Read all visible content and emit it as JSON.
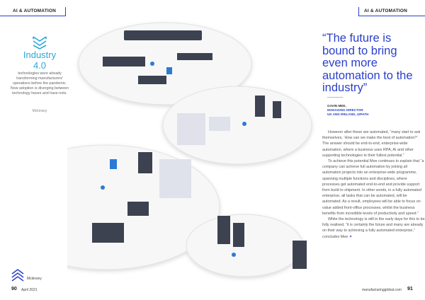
{
  "header": {
    "left_section": "AI & AUTOMATION",
    "right_section": "AI & AUTOMATION"
  },
  "sidebar": {
    "icon": "chevron-stack-icon",
    "title_line1": "Industry",
    "title_line2": "4.0",
    "text": "technologies were already transforming manufacturers' operations before the pandemic. Now adoption is diverging between technology haves and have-nots.",
    "source": "Mckinsey"
  },
  "pull_quote": {
    "text": "“The future is bound to bring even more automation to the industry”",
    "author_name": "GAVIN MEE,",
    "author_role": "MANAGING DIRECTOR",
    "author_org": "UK AND IRELAND, UIPATH"
  },
  "body": {
    "paragraphs": [
      "However after these are automated, “many start to ask themselves, ‘How can we make the best of automation?’ The answer should be end-to-end, enterprise-wide automation, where a business uses RPA, AI and other supporting technologies to their fullest potential.”",
      "To achieve this potential Mee continues to explain that “a company can achieve full automation by joining all automation projects into an enterprise-wide programme, spanning multiple functions and disciplines, where processes get automated end-to-end and provide support from build to shipment. In other words, in a fully automated enterprise, all tasks that can be automated, will be automated. As a result, employees will be able to focus on value added front-office processes, whilst the business benefits from incredible levels of productivity and speed.”",
      "While the technology is still in the early days for this to be fully realised, “it is certainly the future and many are already on their way to achieving a fully automated enterprise,” concludes Mee"
    ],
    "end_mark": "✶"
  },
  "footer": {
    "left_logo_text": "Mckinsey",
    "left_page": "90",
    "left_date": "April 2021",
    "right_site": "manufacturingglobal.com",
    "right_page": "91"
  },
  "colors": {
    "accent": "#2b3fcc",
    "industry": "#2aa7dc"
  }
}
